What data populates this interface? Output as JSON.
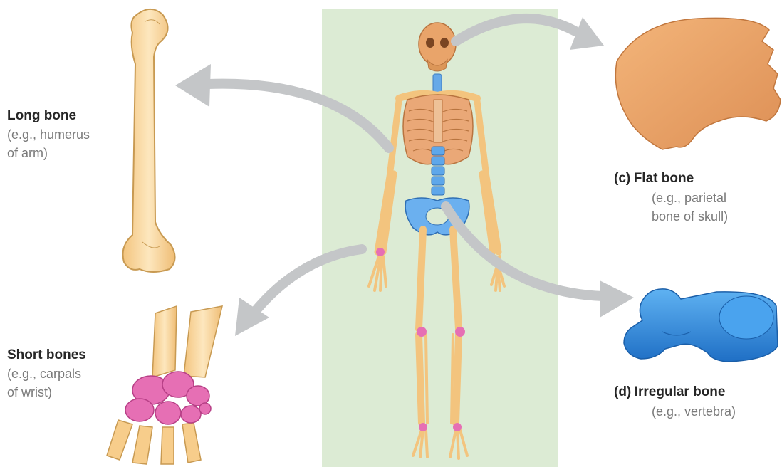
{
  "labels": {
    "long": {
      "heading": "Long bone",
      "example_line1": "(e.g., humerus",
      "example_line2": "of arm)"
    },
    "short": {
      "heading": "Short bones",
      "example_line1": "(e.g., carpals",
      "example_line2": "of wrist)"
    },
    "flat": {
      "letter": "(c)",
      "heading": "Flat bone",
      "example_line1": "(e.g., parietal",
      "example_line2": "bone of skull)"
    },
    "irregular": {
      "letter": "(d)",
      "heading": "Irregular bone",
      "example_line1": "(e.g., vertebra)"
    }
  },
  "colors": {
    "long_bone": "#f9d79a",
    "flat_bone": "#e9a46a",
    "irregular_bone": "#3f97e4",
    "short_bone": "#e66fb4",
    "panel": "#dcebd4",
    "arrow": "#c4c6c8"
  }
}
